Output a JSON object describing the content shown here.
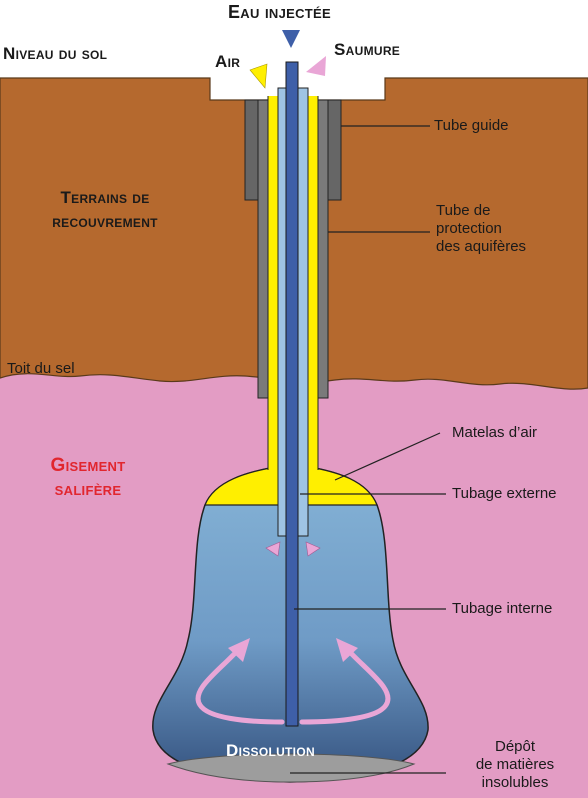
{
  "labels": {
    "eau_injectee": "Eau injectée",
    "niveau_du_sol": "Niveau du sol",
    "air": "Air",
    "saumure": "Saumure",
    "terrains_l1": "Terrains de",
    "terrains_l2": "recouvrement",
    "toit_du_sel": "Toit du sel",
    "gisement_l1": "Gisement",
    "gisement_l2": "salifère",
    "tube_guide": "Tube guide",
    "tube_protection_l1": "Tube de",
    "tube_protection_l2": "protection",
    "tube_protection_l3": "des aquifères",
    "matelas_air": "Matelas d’air",
    "tubage_externe": "Tubage externe",
    "tubage_interne": "Tubage interne",
    "dissolution": "Dissolution",
    "depot_l1": "Dépôt",
    "depot_l2": "de matières",
    "depot_l3": "insolubles"
  },
  "colors": {
    "overburden": "#b5692e",
    "salt": "#e39cc4",
    "cavity_top": "#85b3d6",
    "cavity_bottom": "#34527f",
    "air_cushion": "#ffef00",
    "inner_tube": "#3e5fa8",
    "outer_tube": "#9fc4e4",
    "casing": "#7a7a7a",
    "arrow_pink": "#e9a6d6",
    "arrow_yellow": "#ffef00",
    "arrow_blue": "#3e5fa8",
    "red_text": "#e1262e",
    "deposit": "#9d9d9d"
  }
}
